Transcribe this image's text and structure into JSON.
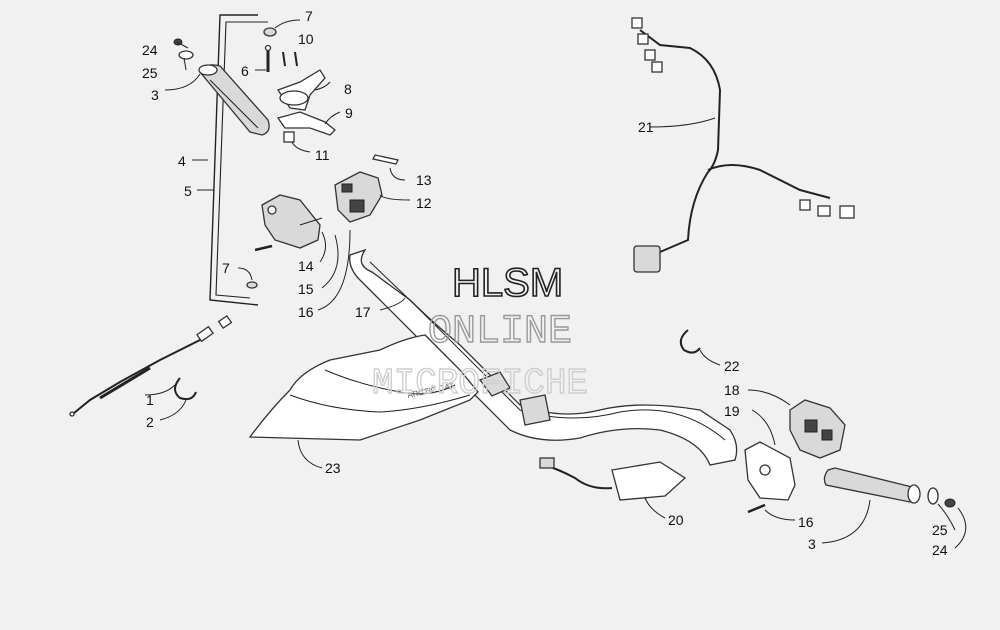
{
  "watermark": {
    "line1": "HLSM",
    "line2": "ONLINE",
    "line3": "MICROFICHE"
  },
  "callouts": {
    "c1": "1",
    "c2": "2",
    "c3a": "3",
    "c3b": "3",
    "c4": "4",
    "c5": "5",
    "c6": "6",
    "c7a": "7",
    "c7b": "7",
    "c8": "8",
    "c9": "9",
    "c10": "10",
    "c11": "11",
    "c12": "12",
    "c13": "13",
    "c14": "14",
    "c15": "15",
    "c16a": "16",
    "c16b": "16",
    "c17": "17",
    "c18": "18",
    "c19": "19",
    "c20": "20",
    "c21": "21",
    "c22": "22",
    "c23": "23",
    "c24a": "24",
    "c24b": "24",
    "c25a": "25",
    "c25b": "25"
  }
}
